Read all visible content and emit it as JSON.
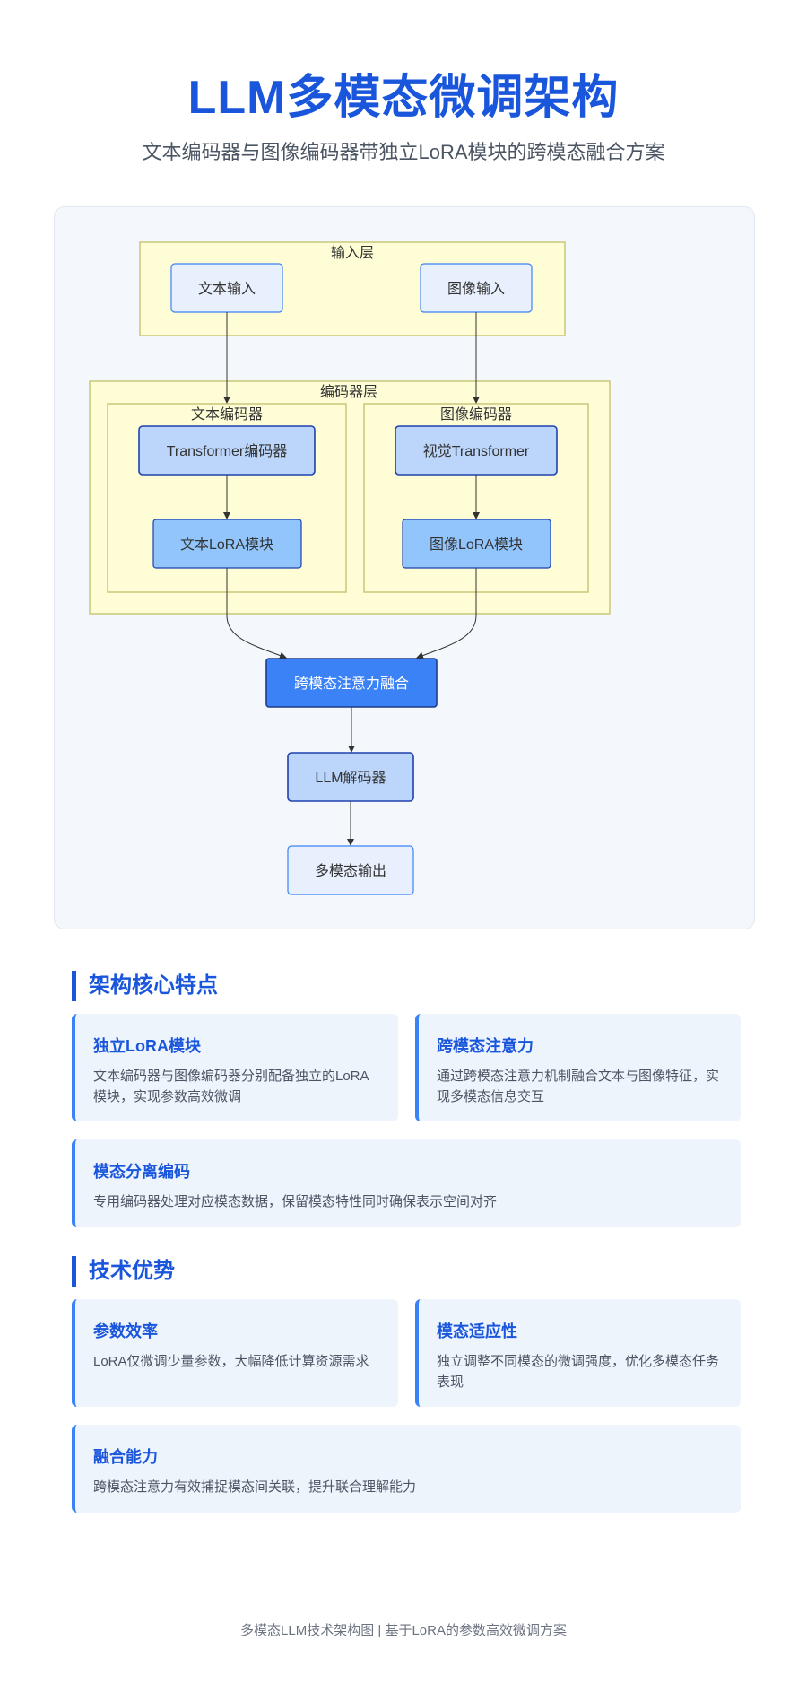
{
  "header": {
    "title": "LLM多模态微调架构",
    "subtitle": "文本编码器与图像编码器带独立LoRA模块的跨模态融合方案"
  },
  "diagram": {
    "input_layer": {
      "label": "输入层",
      "text_input": "文本输入",
      "image_input": "图像输入"
    },
    "encoder_layer": {
      "label": "编码器层",
      "text_encoder": {
        "label": "文本编码器",
        "transformer": "Transformer编码器",
        "lora": "文本LoRA模块"
      },
      "image_encoder": {
        "label": "图像编码器",
        "transformer": "视觉Transformer",
        "lora": "图像LoRA模块"
      }
    },
    "fusion": "跨模态注意力融合",
    "decoder": "LLM解码器",
    "output": "多模态输出"
  },
  "features": {
    "title": "架构核心特点",
    "cards": [
      {
        "title": "独立LoRA模块",
        "desc": "文本编码器与图像编码器分别配备独立的LoRA模块，实现参数高效微调"
      },
      {
        "title": "跨模态注意力",
        "desc": "通过跨模态注意力机制融合文本与图像特征，实现多模态信息交互"
      },
      {
        "title": "模态分离编码",
        "desc": "专用编码器处理对应模态数据，保留模态特性同时确保表示空间对齐"
      }
    ]
  },
  "advantages": {
    "title": "技术优势",
    "cards": [
      {
        "title": "参数效率",
        "desc": "LoRA仅微调少量参数，大幅降低计算资源需求"
      },
      {
        "title": "模态适应性",
        "desc": "独立调整不同模态的微调强度，优化多模态任务表现"
      },
      {
        "title": "融合能力",
        "desc": "跨模态注意力有效捕捉模态间关联，提升联合理解能力"
      }
    ]
  },
  "footer": {
    "text": "多模态LLM技术架构图 | 基于LoRA的参数高效微调方案"
  },
  "colors": {
    "accent": "#1a56db",
    "layer_fill": "#fefdd6",
    "layer_stroke": "#c9c77a",
    "node_light": "#e8f0fe",
    "node_mid": "#bcd6fb",
    "node_lora": "#93c5fd",
    "node_fusion": "#3b82f6"
  }
}
